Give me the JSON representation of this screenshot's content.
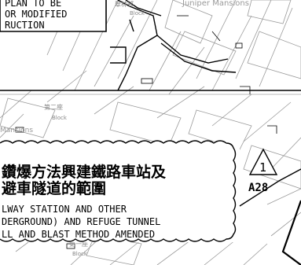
{
  "top_note": {
    "line1": "PLAN TO BE",
    "line2": "OR MODIFIED",
    "line3": "RUCTION"
  },
  "estate_labels": {
    "top_tag": "翠林邨",
    "juniper": "Juniper Mansions",
    "block_top": "Block",
    "block_mid_cn": "第二座",
    "block_mid": "Block",
    "mansions": "Mansions",
    "block_bottom_cn": "第一座",
    "block_bottom": "Block"
  },
  "amendment_box": {
    "cn_line1": "鑽爆方法興建鐵路車站及",
    "cn_line2": "避車隧道的範圍",
    "en_line1": "LWAY STATION AND OTHER",
    "en_line2": "DERGROUND) AND REFUGE TUNNEL",
    "en_line3": "LL AND BLAST METHOD AMENDED"
  },
  "revision_marker": {
    "number": "1",
    "ref": "A28"
  },
  "colors": {
    "ink": "#000000",
    "grey_line": "#8a8a8a",
    "light_line": "#b5b5b5",
    "background": "#ffffff"
  }
}
